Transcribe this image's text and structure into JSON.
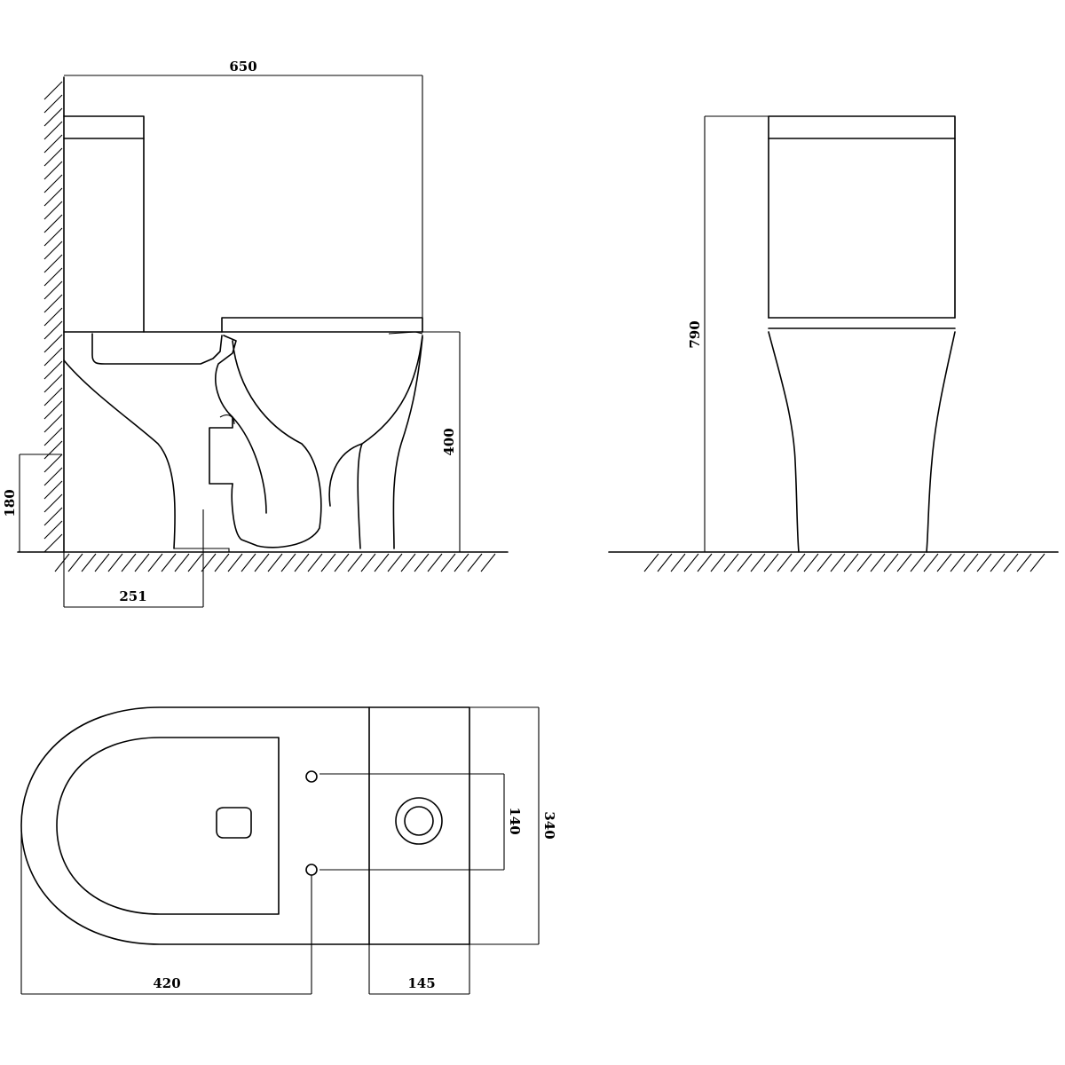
{
  "dimensions": {
    "side": {
      "overall_length": "650",
      "height_to_seat": "400",
      "outlet_height": "180",
      "outlet_setback": "251"
    },
    "front": {
      "overall_height": "790"
    },
    "plan": {
      "projection_to_fixing": "420",
      "outlet_width": "145",
      "fixing_spacing": "140",
      "overall_width": "340"
    }
  },
  "colors": {
    "line": "#000000",
    "background": "#ffffff"
  }
}
